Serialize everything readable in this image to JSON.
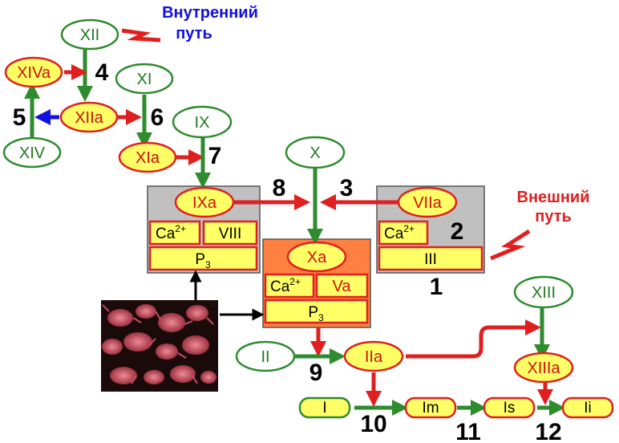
{
  "labels": {
    "intrinsic": [
      "Внутренний",
      "путь"
    ],
    "extrinsic": [
      "Внешний",
      "путь"
    ]
  },
  "factors": {
    "XII": "XII",
    "XIVa": "XIVa",
    "XIIa": "XIIa",
    "XIV": "XIV",
    "XI": "XI",
    "XIa": "XIa",
    "IX": "IX",
    "IXa": "IXa",
    "X": "X",
    "VIIa": "VIIa",
    "Xa": "Xa",
    "II": "II",
    "IIa": "IIa",
    "XIII": "XIII",
    "XIIIa": "XIIIa",
    "I": "I",
    "Im": "Im",
    "Is": "Is",
    "Ii": "Ii"
  },
  "complex_tenase": {
    "ca": "Ca",
    "ca_sup": "2+",
    "cofactor": "VIII",
    "p_base": "P",
    "p_sub": "3"
  },
  "complex_extrinsic": {
    "ca": "Ca",
    "ca_sup": "2+",
    "cofactor": "III"
  },
  "complex_prothrombinase": {
    "ca": "Ca",
    "ca_sup": "2+",
    "cofactor": "Va",
    "p_base": "P",
    "p_sub": "3"
  },
  "step_numbers": [
    "1",
    "2",
    "3",
    "4",
    "5",
    "6",
    "7",
    "8",
    "9",
    "10",
    "11",
    "12"
  ],
  "colors": {
    "green": "#2e8b2e",
    "red": "#e02020",
    "blue": "#1010e0",
    "yellow": "#ffff66",
    "gray_box": "#c0c0c0",
    "orange_box": "#ff8040"
  },
  "icons": [
    "platelets-photo",
    "zigzag-arrow-icon"
  ]
}
